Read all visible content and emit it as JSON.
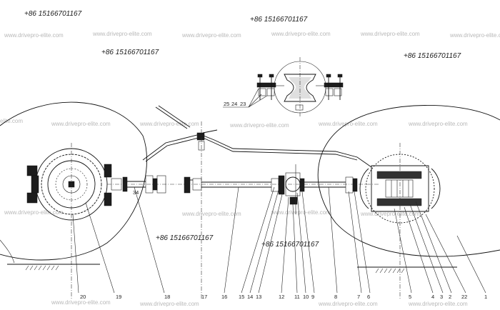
{
  "phone_labels": [
    "+86 15166701167",
    "+86 15166701167",
    "+86 15166701167",
    "+86 15166701167",
    "+86 15166701167",
    "+86 15166701167"
  ],
  "watermarks": [
    "www.drivepro-elite.com",
    "www.drivepro-elite.com",
    "www.drivepro-elite.com",
    "www.drivepro-elite.com",
    "www.drivepro-elite.com",
    "www.drivepro-elite.com",
    "elite.com",
    "www.drivepro-elite.com",
    "www.drivepro-elite.com",
    "www.drivepro-elite.com",
    "www.drivepro-elite.com",
    "www.drivepro-elite.com",
    "www.drivepro-elite.com",
    "www.drivepro-elite.com",
    "www.drivepro-elite.com",
    "www.drivepro-elite.com",
    "www.drivepro-elite.com",
    "www.drivepro-elite.com",
    "www.drivepro-elite.com",
    "www.drivepro-elite.com"
  ],
  "detail_view_callouts": [
    "25",
    "24",
    "23"
  ],
  "bottom_callouts": [
    "20",
    "19",
    "18",
    "17",
    "16",
    "15",
    "14",
    "13",
    "12",
    "11",
    "10",
    "9",
    "8",
    "7",
    "6",
    "5",
    "4",
    "3",
    "2",
    "22",
    "1"
  ],
  "inline_callout": "34"
}
